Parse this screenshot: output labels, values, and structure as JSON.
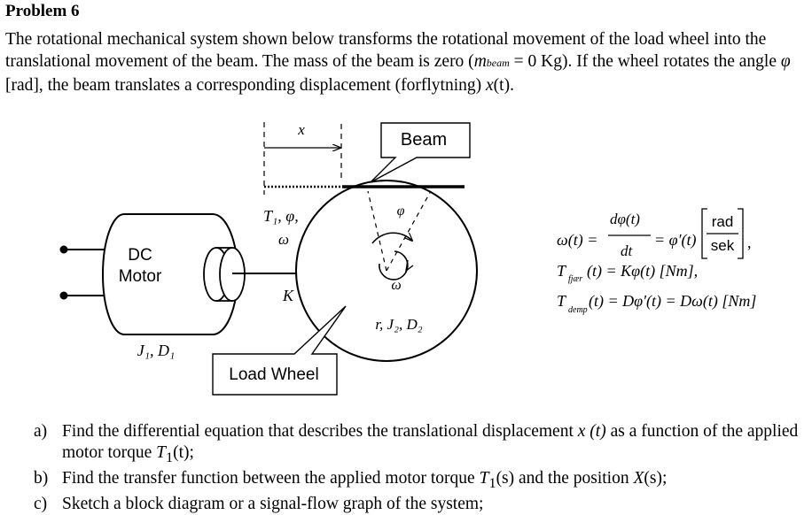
{
  "problem": {
    "title": "Problem 6",
    "intro_1": "The rotational mechanical system shown below transforms the rotational movement of the load wheel into the translational movement of the beam. The mass of the beam is zero (",
    "m_symbol": "m",
    "m_sub": "beam",
    "intro_2": " = 0 Kg). If the wheel rotates the angle ",
    "phi": "φ",
    "intro_3": " [rad], the beam translates a corresponding displacement (forflytning) ",
    "x_t": "x",
    "intro_4": "(t)."
  },
  "diagram": {
    "x_label": "x",
    "beam_label": "Beam",
    "motor_line1": "DC",
    "motor_line2": "Motor",
    "torque_label": "T₁, φ,",
    "omega_label": "ω",
    "spring_label": "K",
    "wheel_phi": "φ",
    "wheel_omega": "ω",
    "wheel_params": "r, J₂, D₂",
    "motor_params": "J₁, D₁",
    "load_wheel_label": "Load Wheel"
  },
  "equations": {
    "omega_lhs": "ω(t) =",
    "dphi": "dφ(t)",
    "dt": "dt",
    "eq_rhs": "= φ′(t)",
    "unit_top": "rad",
    "unit_bottom": "sek",
    "comma": ",",
    "T": "T",
    "fjaer_sub": "fjær",
    "fjaer_rhs": "(t) = Kφ(t) [Nm],",
    "demp_sub": "demp",
    "demp_rhs": "(t) = Dφ′(t) = Dω(t) [Nm]"
  },
  "questions": [
    {
      "label": "a)",
      "text_1": "Find the differential equation that describes the translational displacement ",
      "var": "x (t)",
      "text_2": " as a function of the applied motor torque ",
      "var2": "T",
      "sub2": "1",
      "text_3": "(t);"
    },
    {
      "label": "b)",
      "text_1": "Find the transfer function between the applied motor torque ",
      "var": "T",
      "sub": "1",
      "text_2": "(s) and the position ",
      "var2": "X",
      "text_3": "(s);"
    },
    {
      "label": "c)",
      "text_1": "Sketch a block diagram or a signal-flow graph of the system;"
    }
  ]
}
